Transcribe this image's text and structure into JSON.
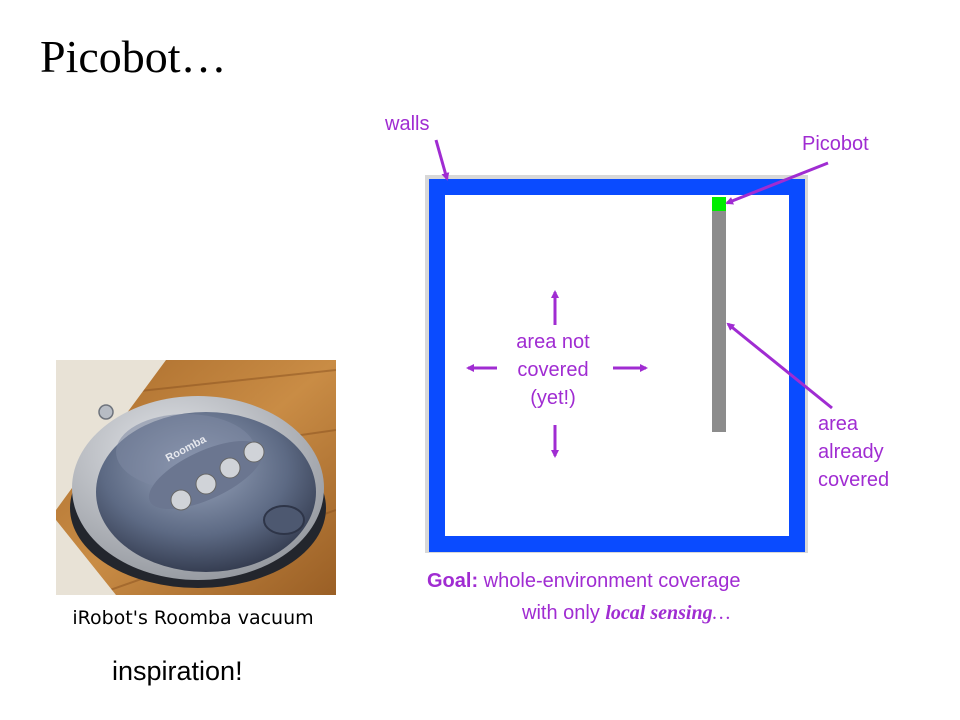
{
  "slide": {
    "title": "Picobot…"
  },
  "labels": {
    "walls": "walls",
    "picobot": "Picobot",
    "area_not_covered": [
      "area not",
      "covered",
      "(yet!)"
    ],
    "area_already_covered": [
      "area",
      "already",
      "covered"
    ]
  },
  "goal": {
    "prefix": "Goal:",
    "line1": " whole-environment coverage",
    "line2_start": "with only ",
    "local_sensing": "local sensing",
    "ellipsis": "…"
  },
  "roomba": {
    "caption": "iRobot's Roomba vacuum",
    "inspiration": "inspiration!",
    "product_text": "Roomba"
  },
  "colors": {
    "accent_purple": "#a02cd2",
    "wall_blue": "#0a4bff",
    "picobot_green": "#00ee00",
    "trail_gray": "#8c8c8c"
  }
}
